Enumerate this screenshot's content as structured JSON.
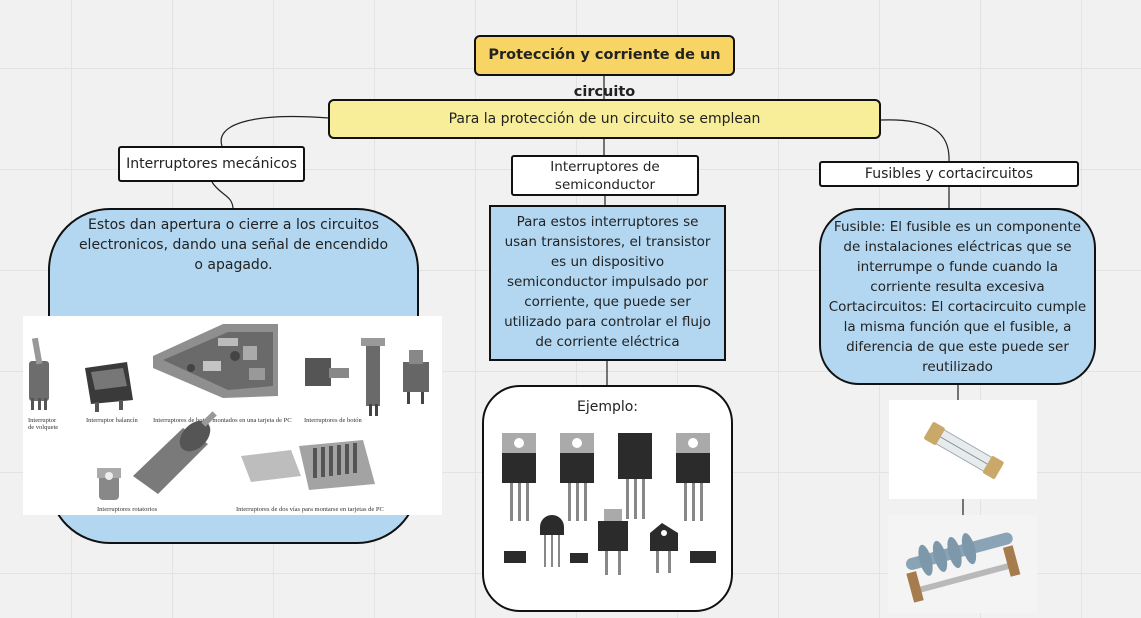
{
  "diagram": {
    "title": "Protección y corriente de un circuito",
    "subtitle": "Para la protección de un circuito se emplean",
    "branches": {
      "mechanical": {
        "label": "Interruptores mecánicos",
        "description": "Estos dan apertura o cierre a los circuitos electronicos, dando una señal de encendido o apagado.",
        "image_captions": {
          "toggle": "Interruptor",
          "toggle2": "de volquete",
          "rocker": "Interruptor balancín",
          "pcb_buttons": "Interruptores de botón montados en una tarjeta de PC",
          "push": "Interruptores de botón",
          "rotary": "Interruptores rotatorios",
          "dip": "Interruptores de dos vías para montarse en tarjetas de PC"
        }
      },
      "semiconductor": {
        "label_line1": "Interruptores de",
        "label_line2": "semiconductor",
        "description": "Para estos interruptores se usan transistores, el transistor es un dispositivo semiconductor impulsado por corriente, que puede ser utilizado para controlar el flujo de corriente eléctrica",
        "example_label": "Ejemplo:"
      },
      "fuses": {
        "label": "Fusibles y cortacircuitos",
        "description_fuse": "Fusible: El fusible es un componente de instalaciones eléctricas que se interrumpe o funde cuando la corriente resulta excesiva",
        "description_breaker": "Cortacircuitos: El cortacircuito cumple la misma función que el fusible, a diferencia de que este puede ser reutilizado"
      }
    }
  },
  "colors": {
    "title_fill": "#f7d463",
    "subtitle_fill": "#f8ee9a",
    "bubble_fill": "#b3d7f1",
    "border": "#111111",
    "canvas": "#f1f1f1"
  }
}
